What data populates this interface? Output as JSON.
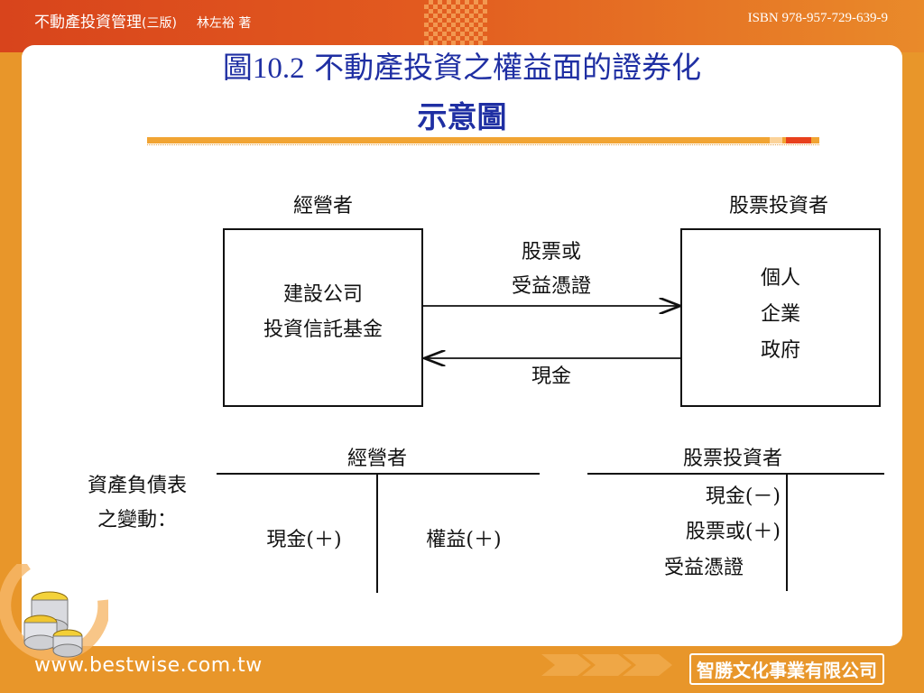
{
  "header": {
    "book_title": "不動產投資管理",
    "edition": "(三版)",
    "author": "林左裕 著",
    "isbn": "ISBN 978-957-729-639-9"
  },
  "title": {
    "prefix": "圖",
    "number": "10.2",
    "line1_text": "不動產投資之權益面的證券化",
    "line2": "示意圖"
  },
  "diagram": {
    "left_heading": "經營者",
    "right_heading": "股票投資者",
    "left_box_lines": [
      "建設公司",
      "投資信託基金"
    ],
    "right_box_lines": [
      "個人",
      "企業",
      "政府"
    ],
    "top_arrow_label": [
      "股票或",
      "受益憑證"
    ],
    "bottom_arrow_label": "現金"
  },
  "balance_sheet": {
    "row_label": [
      "資產負債表",
      "之變動："
    ],
    "left_t": {
      "title": "經營者",
      "debit": "現金(＋)",
      "credit": "權益(＋)"
    },
    "right_t": {
      "title": "股票投資者",
      "lines": [
        "現金(－)",
        "股票或(＋)",
        "受益憑證"
      ]
    }
  },
  "footer": {
    "url": "www.bestwise.com.tw",
    "company": "智勝文化事業有限公司"
  },
  "colors": {
    "title_blue": "#1f2fa3",
    "frame_orange": "#e8962a",
    "header_red": "#d8441c"
  }
}
